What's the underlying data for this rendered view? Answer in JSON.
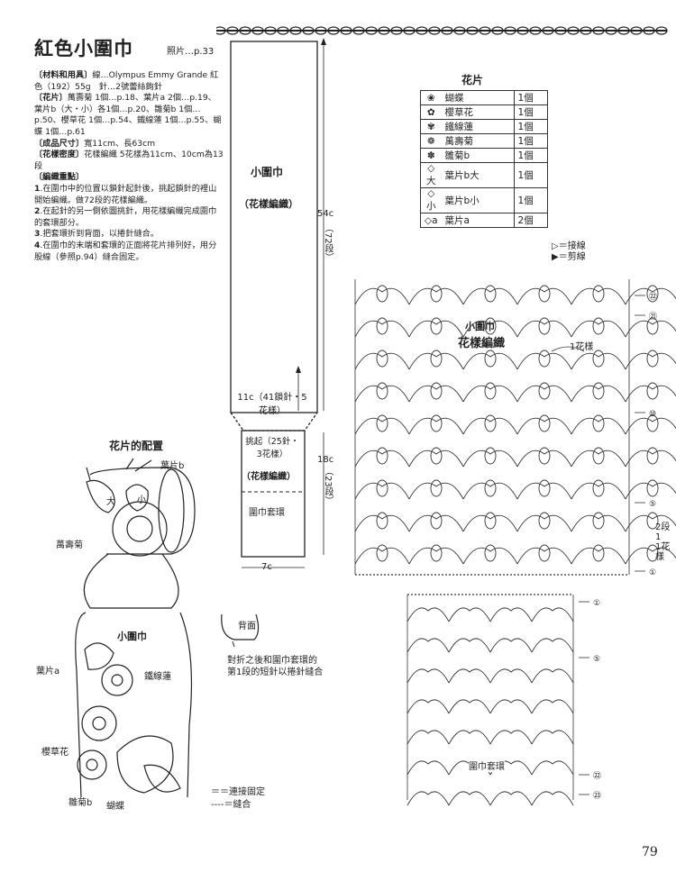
{
  "header": {
    "title": "紅色小圍巾",
    "photo_ref": "照片…p.33"
  },
  "materials": [
    {
      "tag": "〔材料和用具〕",
      "text": "線…Olympus Emmy Grande 紅色（192）55g　針…2號蕾絲鉤針"
    },
    {
      "tag": "〔花片〕",
      "text": "萬壽菊 1個…p.18、葉片a 2個…p.19、葉片b（大・小）各1個…p.20、雛菊b 1個…p.50、櫻草花 1個…p.54、鐵線蓮 1個…p.55、蝴蝶 1個…p.61"
    },
    {
      "tag": "〔成品尺寸〕",
      "text": "寬11cm、長63cm"
    },
    {
      "tag": "〔花樣密度〕",
      "text": "花樣編織 5花樣為11cm、10cm為13段"
    },
    {
      "tag": "〔編織重點〕",
      "text": ""
    }
  ],
  "steps": [
    {
      "num": "1",
      "text": ".在圍巾中的位置以鎖針起針後，挑起鎖針的裡山開始編織。做72段的花樣編織。"
    },
    {
      "num": "2",
      "text": ".在起針的另一側依圖挑針，用花樣編織完成圍巾的套環部分。"
    },
    {
      "num": "3",
      "text": ".把套環折到背面，以捲針縫合。"
    },
    {
      "num": "4",
      "text": ".在圍巾的末端和套環的正面將花片排列好，用分股線（參照p.94）縫合固定。"
    }
  ],
  "schematic": {
    "scarf_label": "小圍巾",
    "pattern_label": "（花樣編織）",
    "length": "54c",
    "length_rows": "（72段）",
    "width_note": "11c（41鎖針・5花樣）",
    "pickup_note": "挑起（25針・3花樣）",
    "loop_pattern": "（花樣編織）",
    "loop_label": "圍巾套環",
    "loop_length": "18c",
    "loop_rows": "（23段）",
    "loop_width": "7c"
  },
  "parts_table": {
    "title": "花片",
    "rows": [
      {
        "icon": "butterfly-icon",
        "glyph": "❀",
        "name": "蝴蝶",
        "count": "1個"
      },
      {
        "icon": "primrose-icon",
        "glyph": "✿",
        "name": "櫻草花",
        "count": "1個"
      },
      {
        "icon": "clematis-icon",
        "glyph": "✾",
        "name": "鐵線蓮",
        "count": "1個"
      },
      {
        "icon": "marigold-icon",
        "glyph": "❁",
        "name": "萬壽菊",
        "count": "1個"
      },
      {
        "icon": "daisy-icon",
        "glyph": "✽",
        "name": "雛菊b",
        "count": "1個"
      },
      {
        "icon": "leaf-b-large-icon",
        "glyph": "◇大",
        "name": "葉片b大",
        "count": "1個"
      },
      {
        "icon": "leaf-b-small-icon",
        "glyph": "◇小",
        "name": "葉片b小",
        "count": "1個"
      },
      {
        "icon": "leaf-a-icon",
        "glyph": "◇a",
        "name": "葉片a",
        "count": "2個"
      }
    ]
  },
  "legend_top": {
    "join": "＝接線",
    "cut": "＝剪線"
  },
  "chart": {
    "scarf_label": "小圍巾",
    "pattern_label": "花樣編織",
    "repeat_label": "1花樣",
    "row_72": "㉒",
    "row_71": "㉑",
    "row_10": "⑩",
    "row_5": "⑤",
    "row_2": "2段",
    "row_1": "①",
    "pattern_unit": "1花樣",
    "loop_row_1": "①",
    "loop_row_5": "⑤",
    "loop_label": "圍巾套環",
    "loop_row_22": "㉒",
    "loop_row_23": "㉓"
  },
  "placement": {
    "title": "花片的配置",
    "leaf_b": "葉片b",
    "large": "大",
    "small": "小",
    "marigold": "萬壽菊",
    "scarf": "小圍巾",
    "leaf_a": "葉片a",
    "clematis": "鐵線蓮",
    "primrose": "櫻草花",
    "daisy": "雛菊b",
    "butterfly": "蝴蝶",
    "back_label": "背面",
    "fold_note_1": "對折之後和圍巾套環的",
    "fold_note_2": "第1段的短針以捲針縫合"
  },
  "legend_bottom": {
    "attach": "＝連接固定",
    "sew": "＝縫合"
  },
  "page_number": "79"
}
